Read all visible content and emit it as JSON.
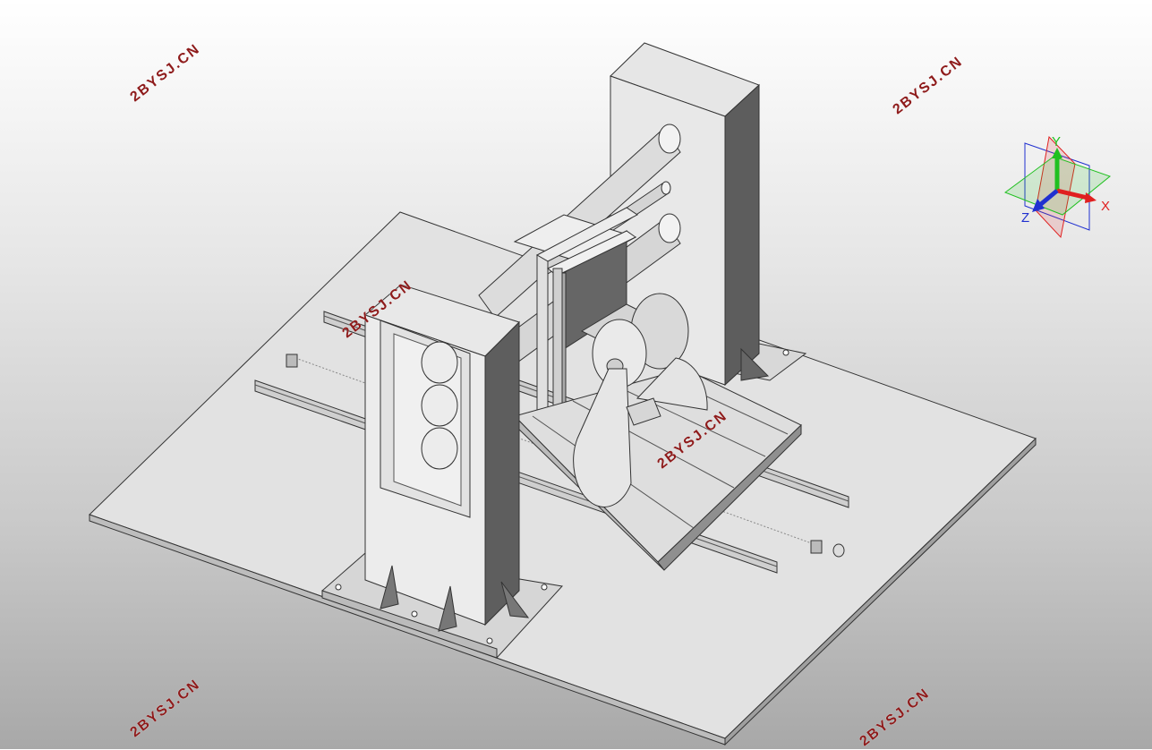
{
  "watermark": {
    "text": "2BYSJ.CN",
    "color": "#8e1b1b"
  },
  "triad": {
    "x_label": "X",
    "y_label": "Y",
    "z_label": "Z",
    "colors": {
      "x": "#e02020",
      "y": "#20c020",
      "z": "#2030d0"
    }
  }
}
